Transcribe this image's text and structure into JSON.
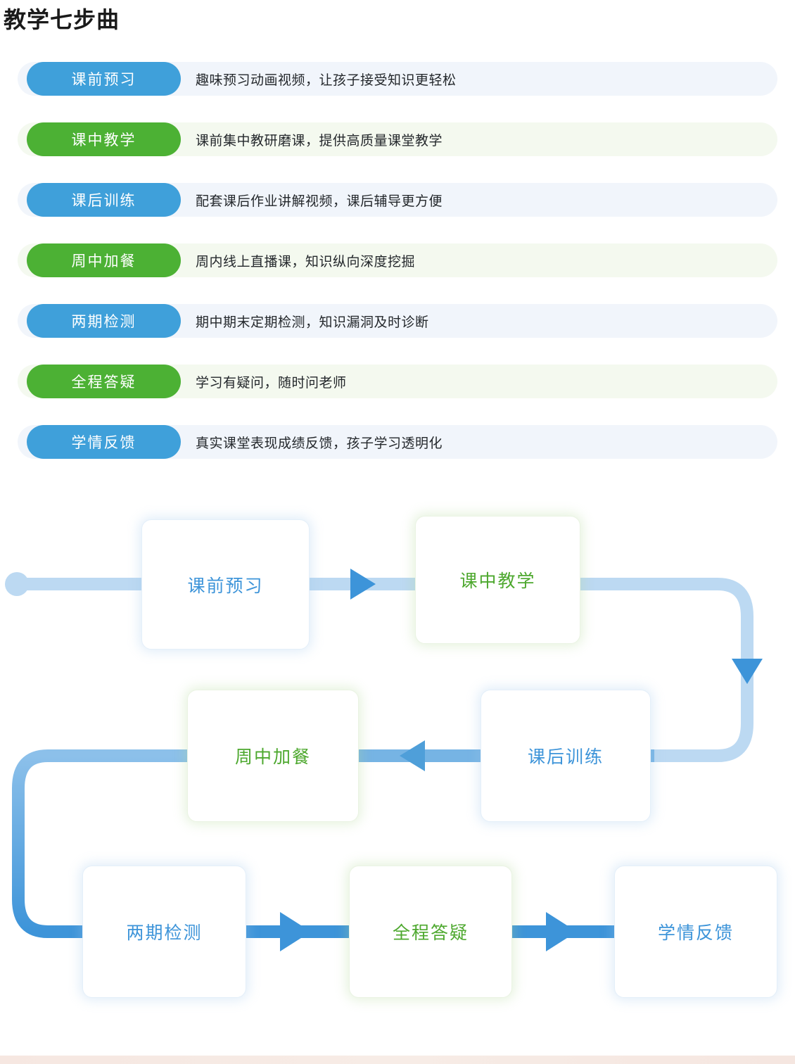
{
  "page": {
    "title": "教学七步曲",
    "colors": {
      "pill_blue": "#3fa0da",
      "pill_green": "#4cb134",
      "row_tint_blue": "#f1f5fb",
      "row_tint_green": "#f4f9ef",
      "node_text_blue": "#3d94d9",
      "node_text_green": "#4da82e",
      "connector_light_blue": "#bcd9f2",
      "connector_mid_blue": "#76b4e4",
      "connector_dark_blue": "#3d94d9"
    }
  },
  "steps": [
    {
      "label": "课前预习",
      "desc": "趣味预习动画视频，让孩子接受知识更轻松",
      "color": "blue"
    },
    {
      "label": "课中教学",
      "desc": "课前集中教研磨课，提供高质量课堂教学",
      "color": "green"
    },
    {
      "label": "课后训练",
      "desc": "配套课后作业讲解视频，课后辅导更方便",
      "color": "blue"
    },
    {
      "label": "周中加餐",
      "desc": "周内线上直播课，知识纵向深度挖掘",
      "color": "green"
    },
    {
      "label": "两期检测",
      "desc": "期中期末定期检测，知识漏洞及时诊断",
      "color": "blue"
    },
    {
      "label": "全程答疑",
      "desc": "学习有疑问，随时问老师",
      "color": "green"
    },
    {
      "label": "学情反馈",
      "desc": "真实课堂表现成绩反馈，孩子学习透明化",
      "color": "blue"
    }
  ],
  "flow": {
    "nodes": [
      {
        "label": "课前预习",
        "color": "blue"
      },
      {
        "label": "课中教学",
        "color": "green"
      },
      {
        "label": "课后训练",
        "color": "blue"
      },
      {
        "label": "周中加餐",
        "color": "green"
      },
      {
        "label": "两期检测",
        "color": "blue"
      },
      {
        "label": "全程答疑",
        "color": "green"
      },
      {
        "label": "学情反馈",
        "color": "blue"
      }
    ],
    "order": [
      "课前预习",
      "课中教学",
      "课后训练",
      "周中加餐",
      "两期检测",
      "全程答疑",
      "学情反馈"
    ]
  }
}
